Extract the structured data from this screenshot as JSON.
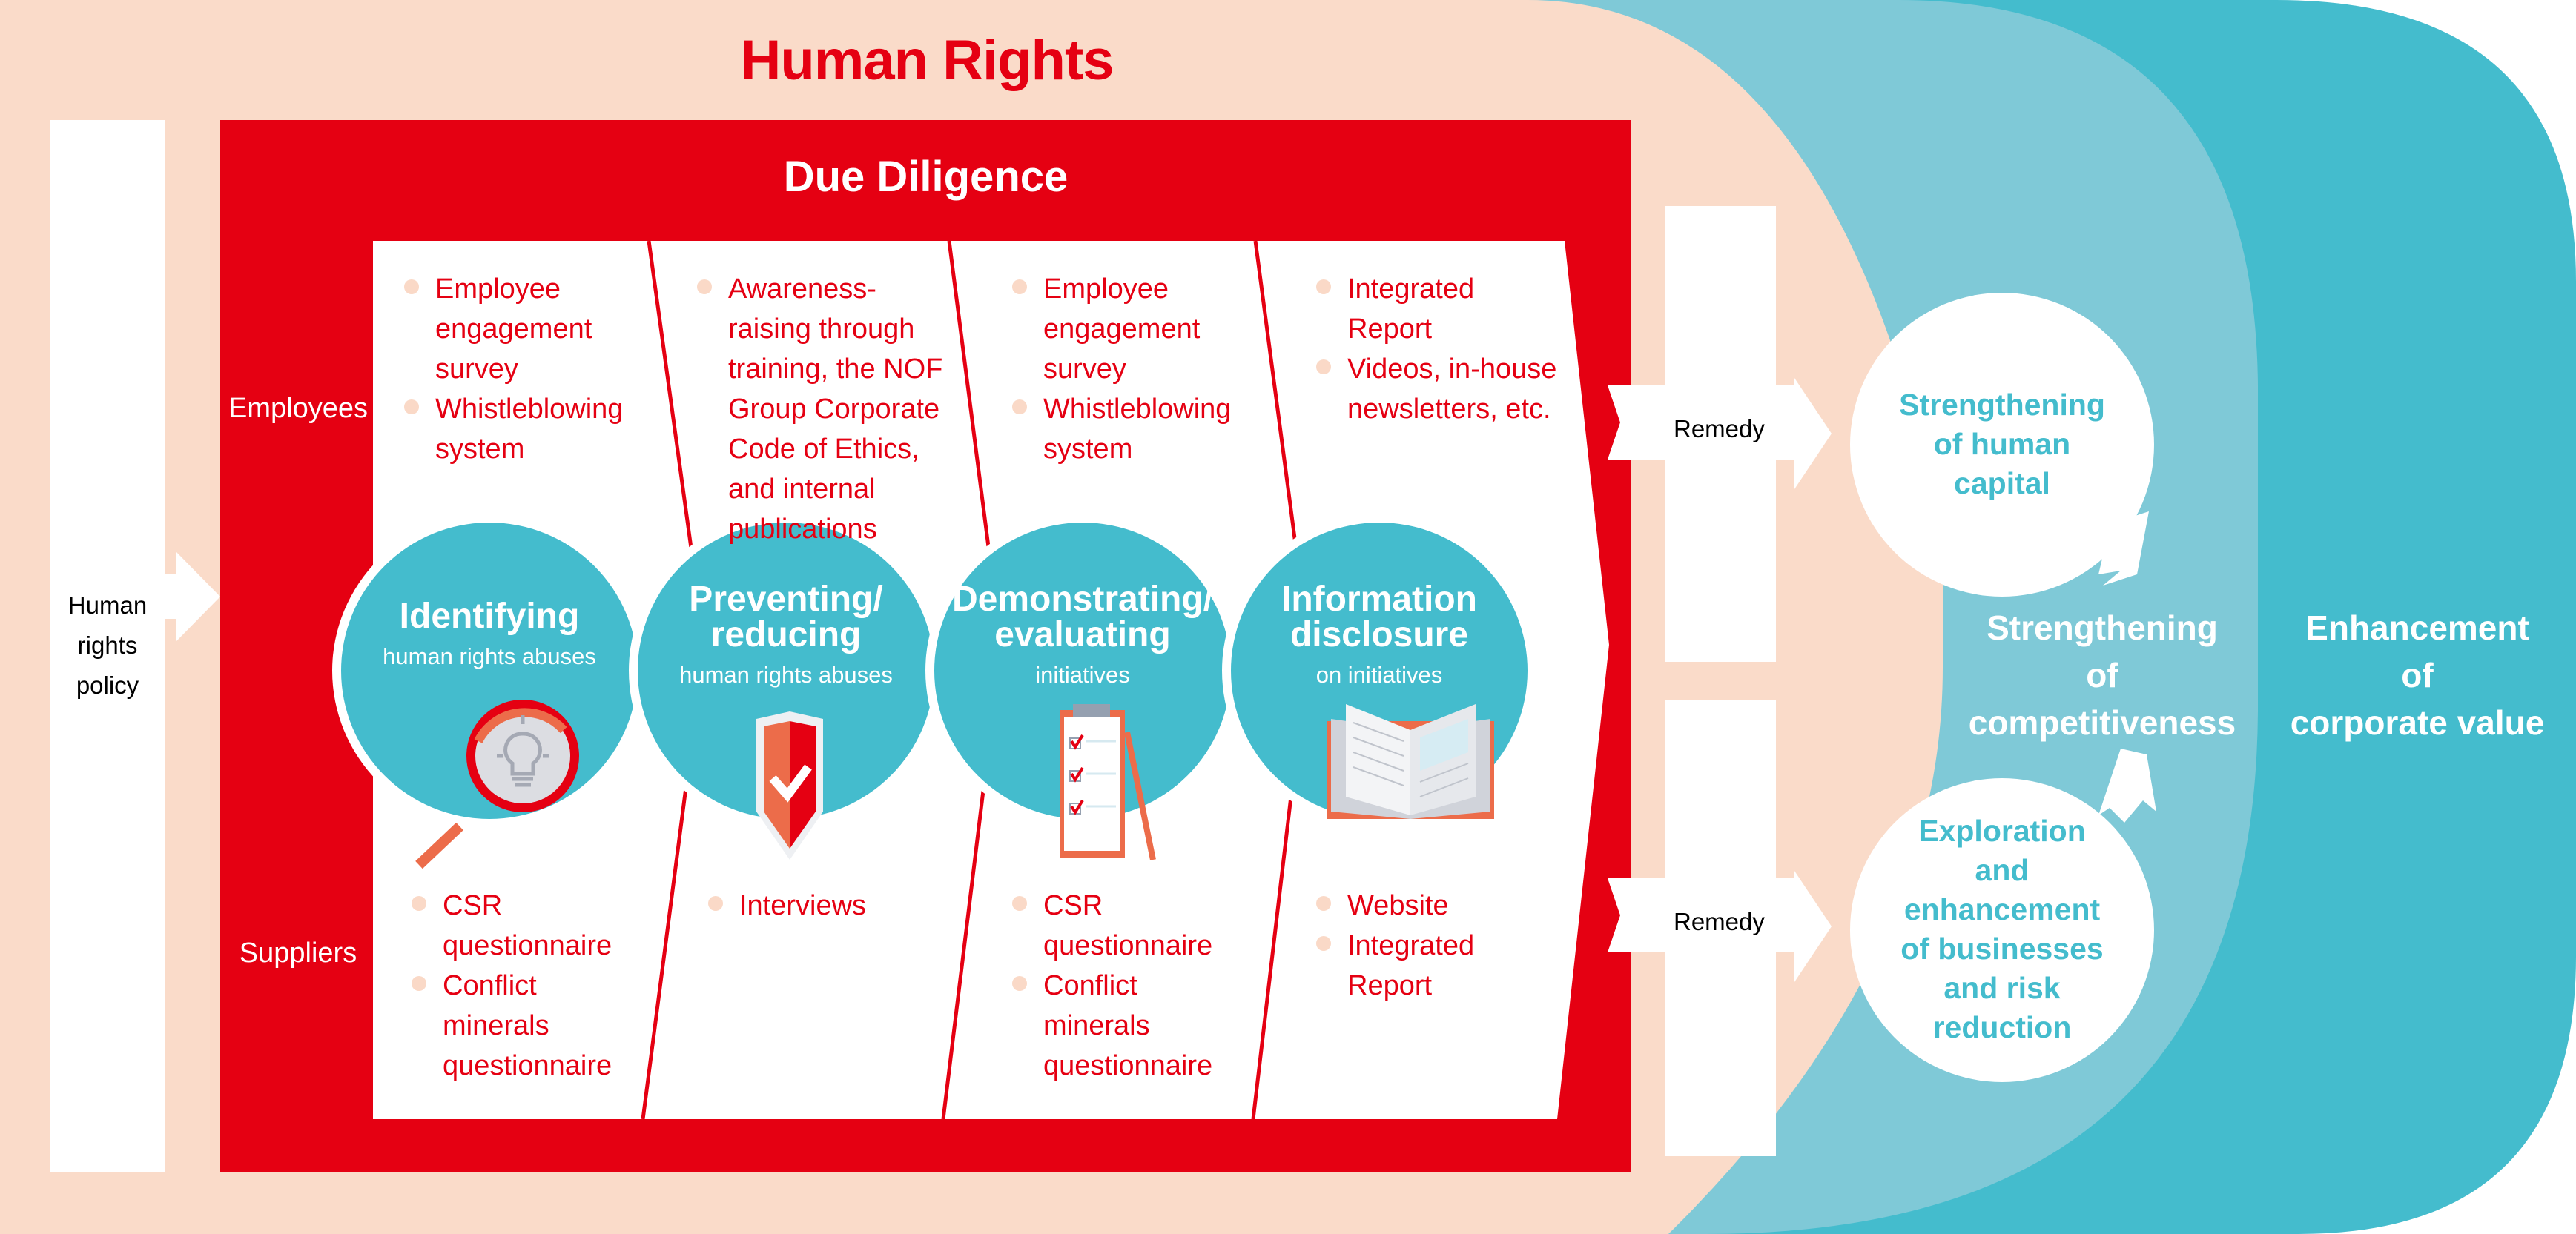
{
  "title": "Human Rights",
  "policy": {
    "label": "Human\nrights\npolicy",
    "lines": [
      "Human",
      "rights",
      "policy"
    ]
  },
  "due_diligence": {
    "title": "Due Diligence",
    "rows": {
      "employees": "Employees",
      "suppliers": "Suppliers"
    },
    "steps": [
      {
        "heading_lines": [
          "Identifying"
        ],
        "sub": "human rights abuses",
        "icon": "magnifier-lightbulb-icon",
        "employees": [
          "Employee engagement survey",
          "Whistleblowing system"
        ],
        "suppliers": [
          "CSR questionnaire",
          "Conflict minerals questionnaire"
        ]
      },
      {
        "heading_lines": [
          "Preventing/",
          "reducing"
        ],
        "sub": "human rights abuses",
        "icon": "shield-check-icon",
        "employees": [
          "Awareness-raising through training, the NOF Group Corporate Code of Ethics, and internal publications"
        ],
        "suppliers": [
          "Interviews"
        ]
      },
      {
        "heading_lines": [
          "Demonstrating/",
          "evaluating"
        ],
        "sub": "initiatives",
        "icon": "clipboard-checklist-icon",
        "employees": [
          "Employee engagement survey",
          "Whistleblowing system"
        ],
        "suppliers": [
          "CSR questionnaire",
          "Conflict minerals questionnaire"
        ]
      },
      {
        "heading_lines": [
          "Information",
          "disclosure"
        ],
        "sub": "on initiatives",
        "icon": "open-book-icon",
        "employees": [
          "Integrated Report",
          "Videos, in-house newsletters, etc."
        ],
        "suppliers": [
          "Website",
          "Integrated Report"
        ]
      }
    ]
  },
  "remedy": {
    "top": "Remedy",
    "bottom": "Remedy"
  },
  "outcomes": {
    "human_capital": [
      "Strengthening",
      "of human",
      "capital"
    ],
    "business": [
      "Exploration",
      "and",
      "enhancement",
      "of businesses",
      "and risk",
      "reduction"
    ],
    "competitiveness": [
      "Strengthening",
      "of",
      "competitiveness"
    ],
    "corporate_value": [
      "Enhancement",
      "of",
      "corporate value"
    ]
  },
  "colors": {
    "red": "#e50012",
    "peach": "#fadbc9",
    "light_teal": "#7fc9d7",
    "teal": "#44bccd",
    "orange": "#ec6c4a",
    "bullet": "#fad9c7"
  }
}
